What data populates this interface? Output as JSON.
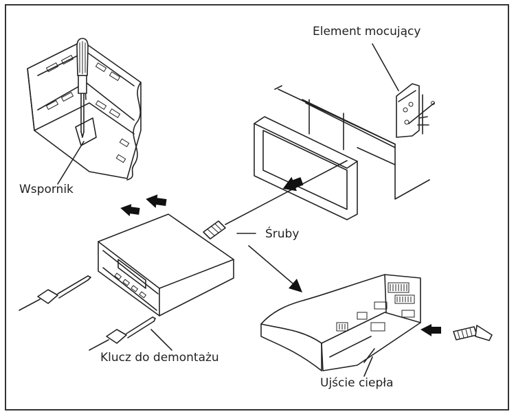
{
  "labels": {
    "bracket": "Wspornik",
    "fastener": "Element mocujący",
    "screws": "Śruby",
    "removal_key": "Klucz do demontażu",
    "heat_outlet": "Ujście ciepła"
  },
  "colors": {
    "line": "#222222",
    "background": "#ffffff"
  }
}
